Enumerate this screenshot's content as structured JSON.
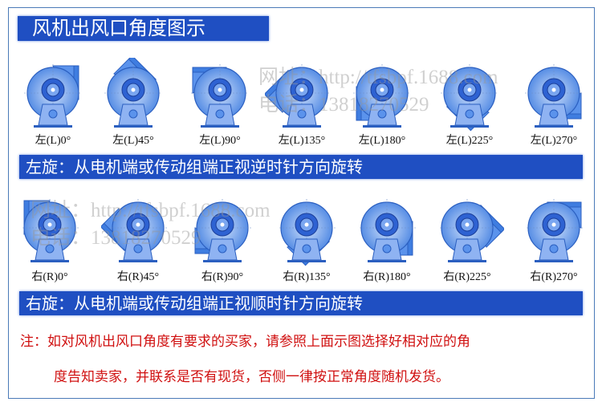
{
  "title": "风机出风口角度图示",
  "left": {
    "caption": "左旋：从电机端或传动组端正视逆时针方向旋转",
    "direction": "left",
    "angles": [
      0,
      45,
      90,
      135,
      180,
      225,
      270
    ],
    "labels": [
      "左(L)0°",
      "左(L)45°",
      "左(L)90°",
      "左(L)135°",
      "左(L)180°",
      "左(L)225°",
      "左(L)270°"
    ]
  },
  "right": {
    "caption": "右旋：从电机端或传动组端正视顺时针方向旋转",
    "direction": "right",
    "angles": [
      0,
      45,
      90,
      135,
      180,
      225,
      270
    ],
    "labels": [
      "右(R)0°",
      "右(R)45°",
      "右(R)90°",
      "右(R)135°",
      "右(R)180°",
      "右(R)225°",
      "右(R)270°"
    ]
  },
  "note": {
    "line1": "注：如对风机出风口角度有要求的买家，请参照上面示图选择好相对应的角",
    "line2": "度告知卖家，并联系是否有现货，否侧一律按正常角度随机发货。"
  },
  "watermark": {
    "site": "网址：http://tfsbpf.1688.com",
    "phone": "电话：13818270529"
  },
  "colors": {
    "bar": "#1f4fc2",
    "note": "#d01010",
    "fan": "#4a86e8"
  }
}
